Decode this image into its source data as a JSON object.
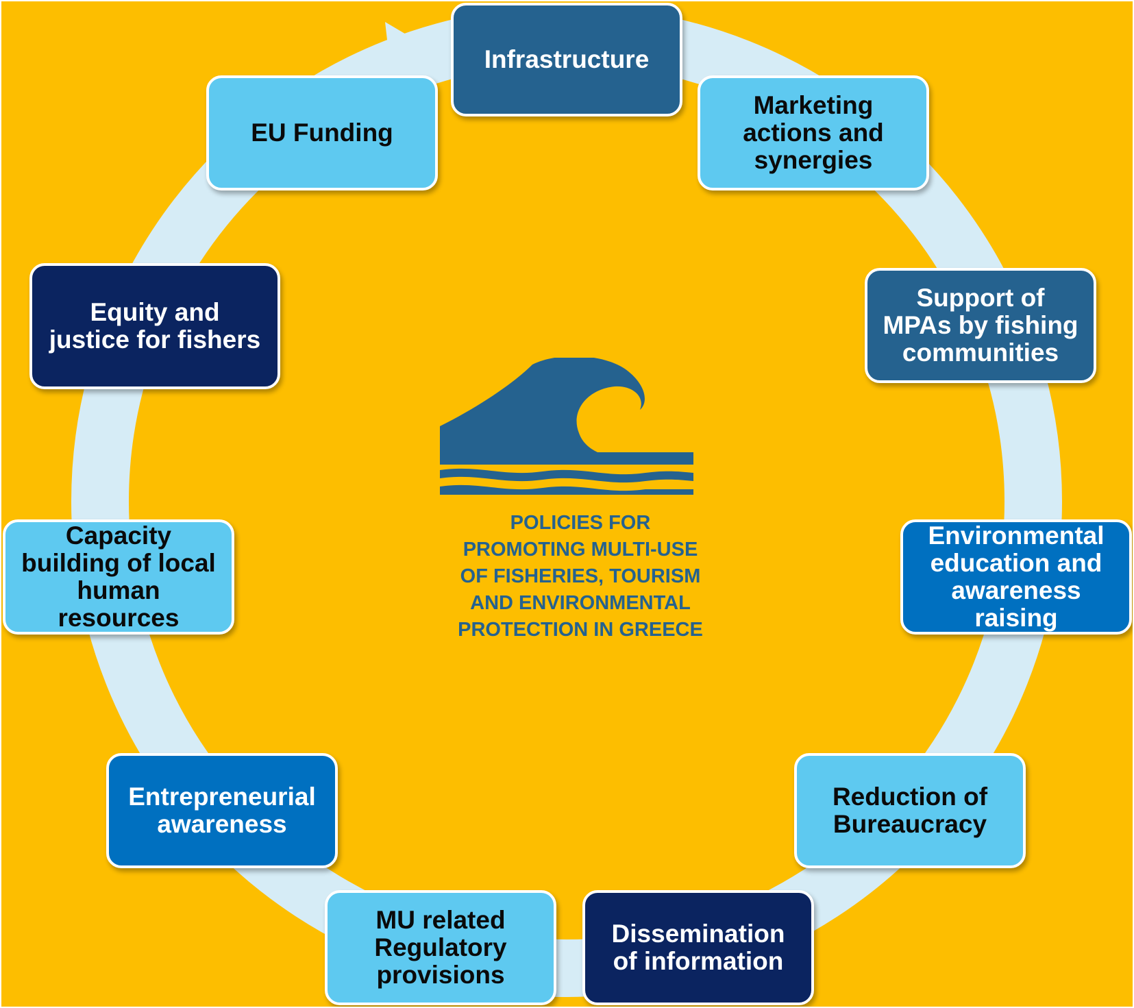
{
  "colors": {
    "background": "#fdbe00",
    "ring": "#d6ecf6",
    "light_box": "#5ec9f0",
    "mid_box": "#25628f",
    "blue_box": "#0070c0",
    "navy_box": "#0b2460",
    "title_text": "#25628f"
  },
  "center": {
    "icon": "wave-icon",
    "title": "POLICIES FOR\nPROMOTING MULTI-USE\nOF FISHERIES, TOURISM\nAND ENVIRONMENTAL\nPROTECTION IN GREECE"
  },
  "boxes": [
    {
      "label": "Infrastructure",
      "style": "mid"
    },
    {
      "label": "Marketing\nactions and\nsynergies",
      "style": "light"
    },
    {
      "label": "Support of\nMPAs by fishing\ncommunities",
      "style": "mid"
    },
    {
      "label": "Environmental\neducation and\nawareness\nraising",
      "style": "blue"
    },
    {
      "label": "Reduction of\nBureaucracy",
      "style": "light"
    },
    {
      "label": "Dissemination\nof information",
      "style": "navy"
    },
    {
      "label": "MU related\nRegulatory\nprovisions",
      "style": "light"
    },
    {
      "label": "Entrepreneurial\nawareness",
      "style": "blue"
    },
    {
      "label": "Capacity\nbuilding of local\nhuman\nresources",
      "style": "light"
    },
    {
      "label": "Equity and\njustice for fishers",
      "style": "navy"
    },
    {
      "label": "EU Funding",
      "style": "light"
    }
  ]
}
